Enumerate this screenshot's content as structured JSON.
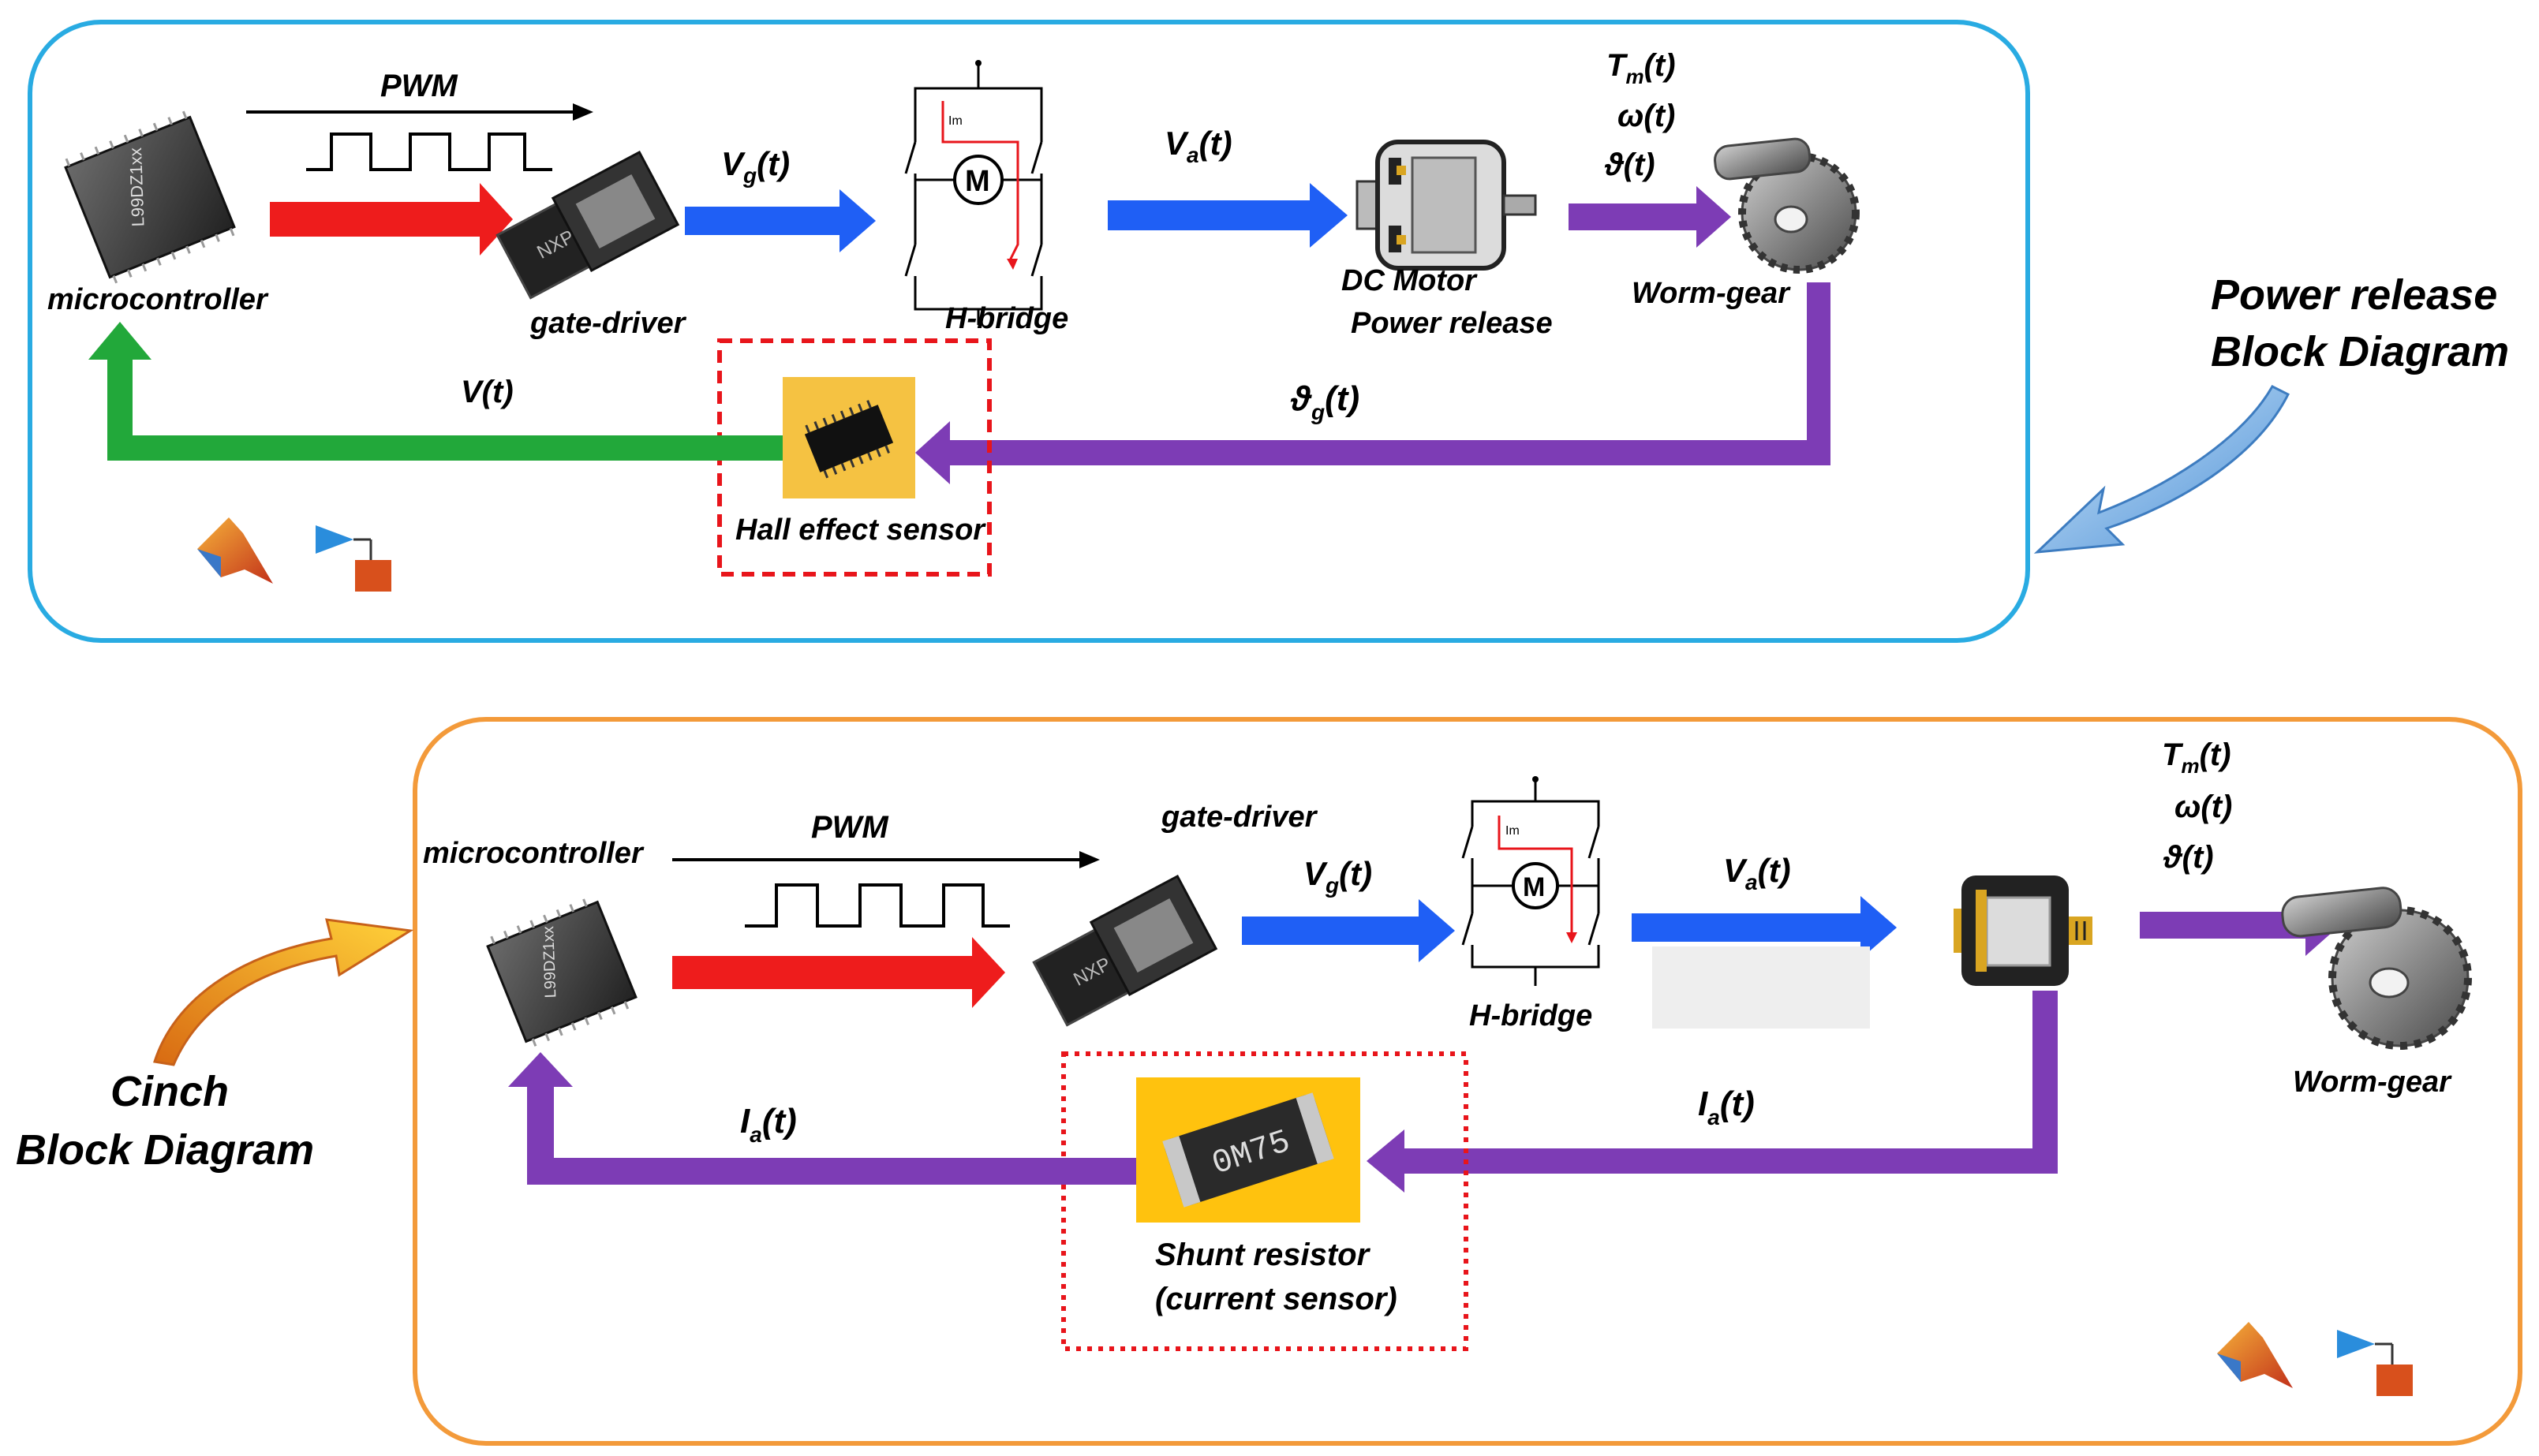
{
  "colors": {
    "top_frame": "#29abe2",
    "bottom_frame": "#f39a3a",
    "pwm_arrow": "#ee1c1c",
    "gate_arrow": "#1f5ff5",
    "mech_arrow": "#7d3cb5",
    "feedback_green": "#22a83a",
    "sensor_box_bg": "#f5c242",
    "dashed_red": "#e8151b"
  },
  "top": {
    "caption_line1": "Power release",
    "caption_line2": "Block Diagram",
    "microcontroller": "microcontroller",
    "gate_driver": "gate-driver",
    "h_bridge": "H-bridge",
    "dc_motor": "DC Motor",
    "power_release": "Power release",
    "worm_gear": "Worm-gear",
    "hall_sensor": "Hall effect sensor",
    "pwm": "PWM",
    "vg_main": "V",
    "vg_sub": "g",
    "vg_tail": "(t)",
    "va_main": "V",
    "va_sub": "a",
    "va_tail": "(t)",
    "tm_main": "T",
    "tm_sub": "m",
    "tm_tail": "(t)",
    "omega": "ω(t)",
    "theta": "ϑ(t)",
    "thetag_main": "ϑ",
    "thetag_sub": "g",
    "thetag_tail": "(t)",
    "vt": "V(t)",
    "chip_marking": "L99DZ1xx",
    "driver_marking": "NXP"
  },
  "bottom": {
    "caption_line1": "Cinch",
    "caption_line2": "Block Diagram",
    "microcontroller": "microcontroller",
    "gate_driver": "gate-driver",
    "h_bridge": "H-bridge",
    "worm_gear": "Worm-gear",
    "shunt_line1": "Shunt resistor",
    "shunt_line2": "(current sensor)",
    "pwm": "PWM",
    "vg_main": "V",
    "vg_sub": "g",
    "vg_tail": "(t)",
    "va_main": "V",
    "va_sub": "a",
    "va_tail": "(t)",
    "tm_main": "T",
    "tm_sub": "m",
    "tm_tail": "(t)",
    "omega": "ω(t)",
    "theta": "ϑ(t)",
    "ia_main": "I",
    "ia_sub": "a",
    "ia_tail": "(t)",
    "ia2_main": "I",
    "ia2_sub": "a",
    "ia2_tail": "(t)",
    "resistor_marking": "0M75",
    "chip_marking": "L99DZ1xx",
    "driver_marking": "NXP"
  },
  "hbridge_im_label": "Im",
  "motor_symbol": "M",
  "icons": [
    "matlab-icon",
    "simulink-block-icon",
    "worm-gear-icon",
    "dc-motor-icon",
    "hall-sensor-chip-icon",
    "shunt-resistor-icon",
    "microcontroller-chip-icon",
    "gate-driver-chip-icon",
    "h-bridge-icon"
  ]
}
